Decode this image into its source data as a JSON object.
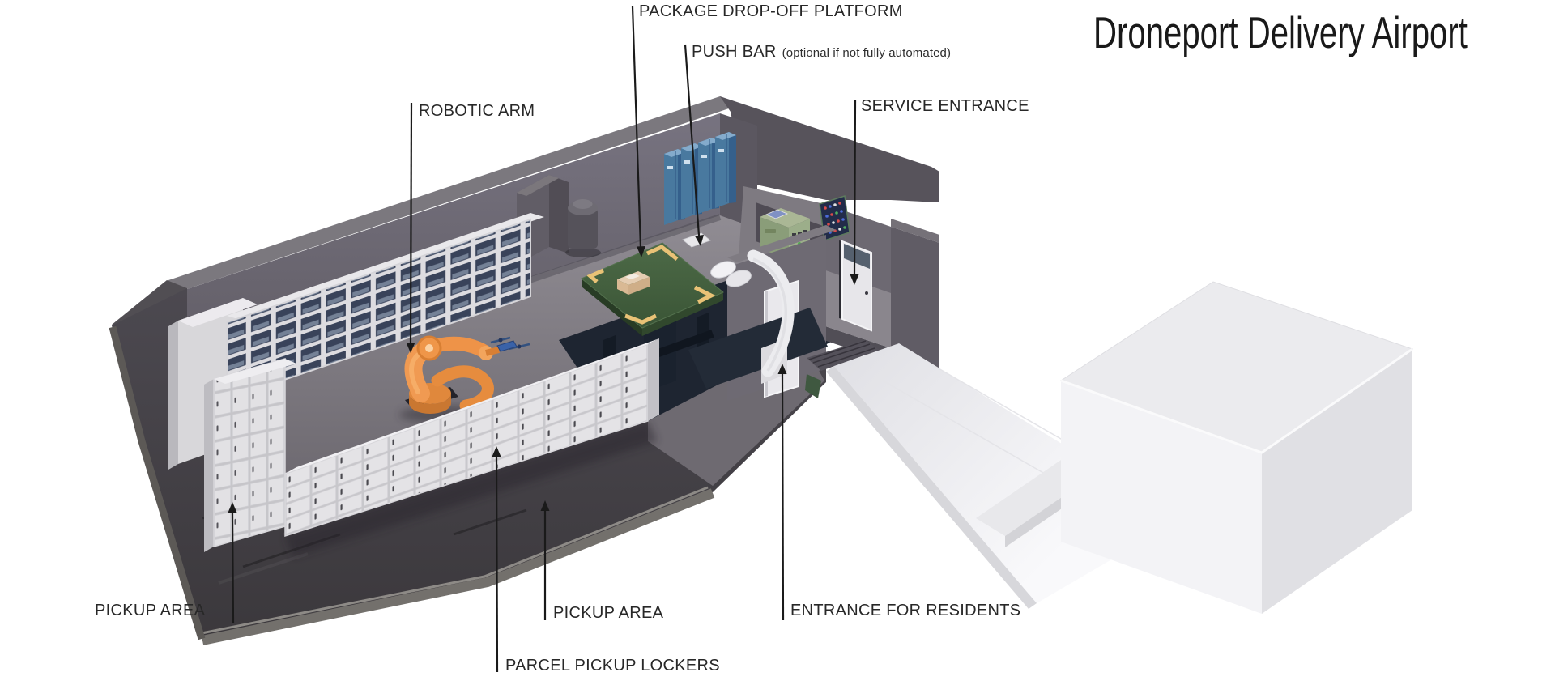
{
  "title": "Droneport Delivery Airport",
  "labels": {
    "package_dropoff": "PACKAGE DROP-OFF PLATFORM",
    "push_bar": "PUSH BAR",
    "push_bar_note": "(optional if not fully automated)",
    "service_entrance": "SERVICE ENTRANCE",
    "robotic_arm": "ROBOTIC ARM",
    "pickup_area_left": "PICKUP AREA",
    "pickup_area_center": "PICKUP AREA",
    "parcel_pickup_lockers": "PARCEL PICKUP LOCKERS",
    "entrance_for_residents": "ENTRANCE FOR RESIDENTS"
  },
  "colors": {
    "background": "#ffffff",
    "leader_line": "#1a1a1a",
    "label_text": "#282828",
    "wall_gray": "#625e65",
    "floor_gray": "#86828a",
    "apron_dark": "#454245",
    "locker_white": "#dcdbde",
    "shelf_slot_navy": "#3d4759",
    "robot_arm_orange": "#f09a52",
    "table_green": "#44603f",
    "corner_marker_yellow": "#e9c276",
    "storage_locker_blue": "#46769f",
    "console_green": "#97a986",
    "walkway_white": "#f2f2f5",
    "door_white": "#e9e8ec"
  }
}
